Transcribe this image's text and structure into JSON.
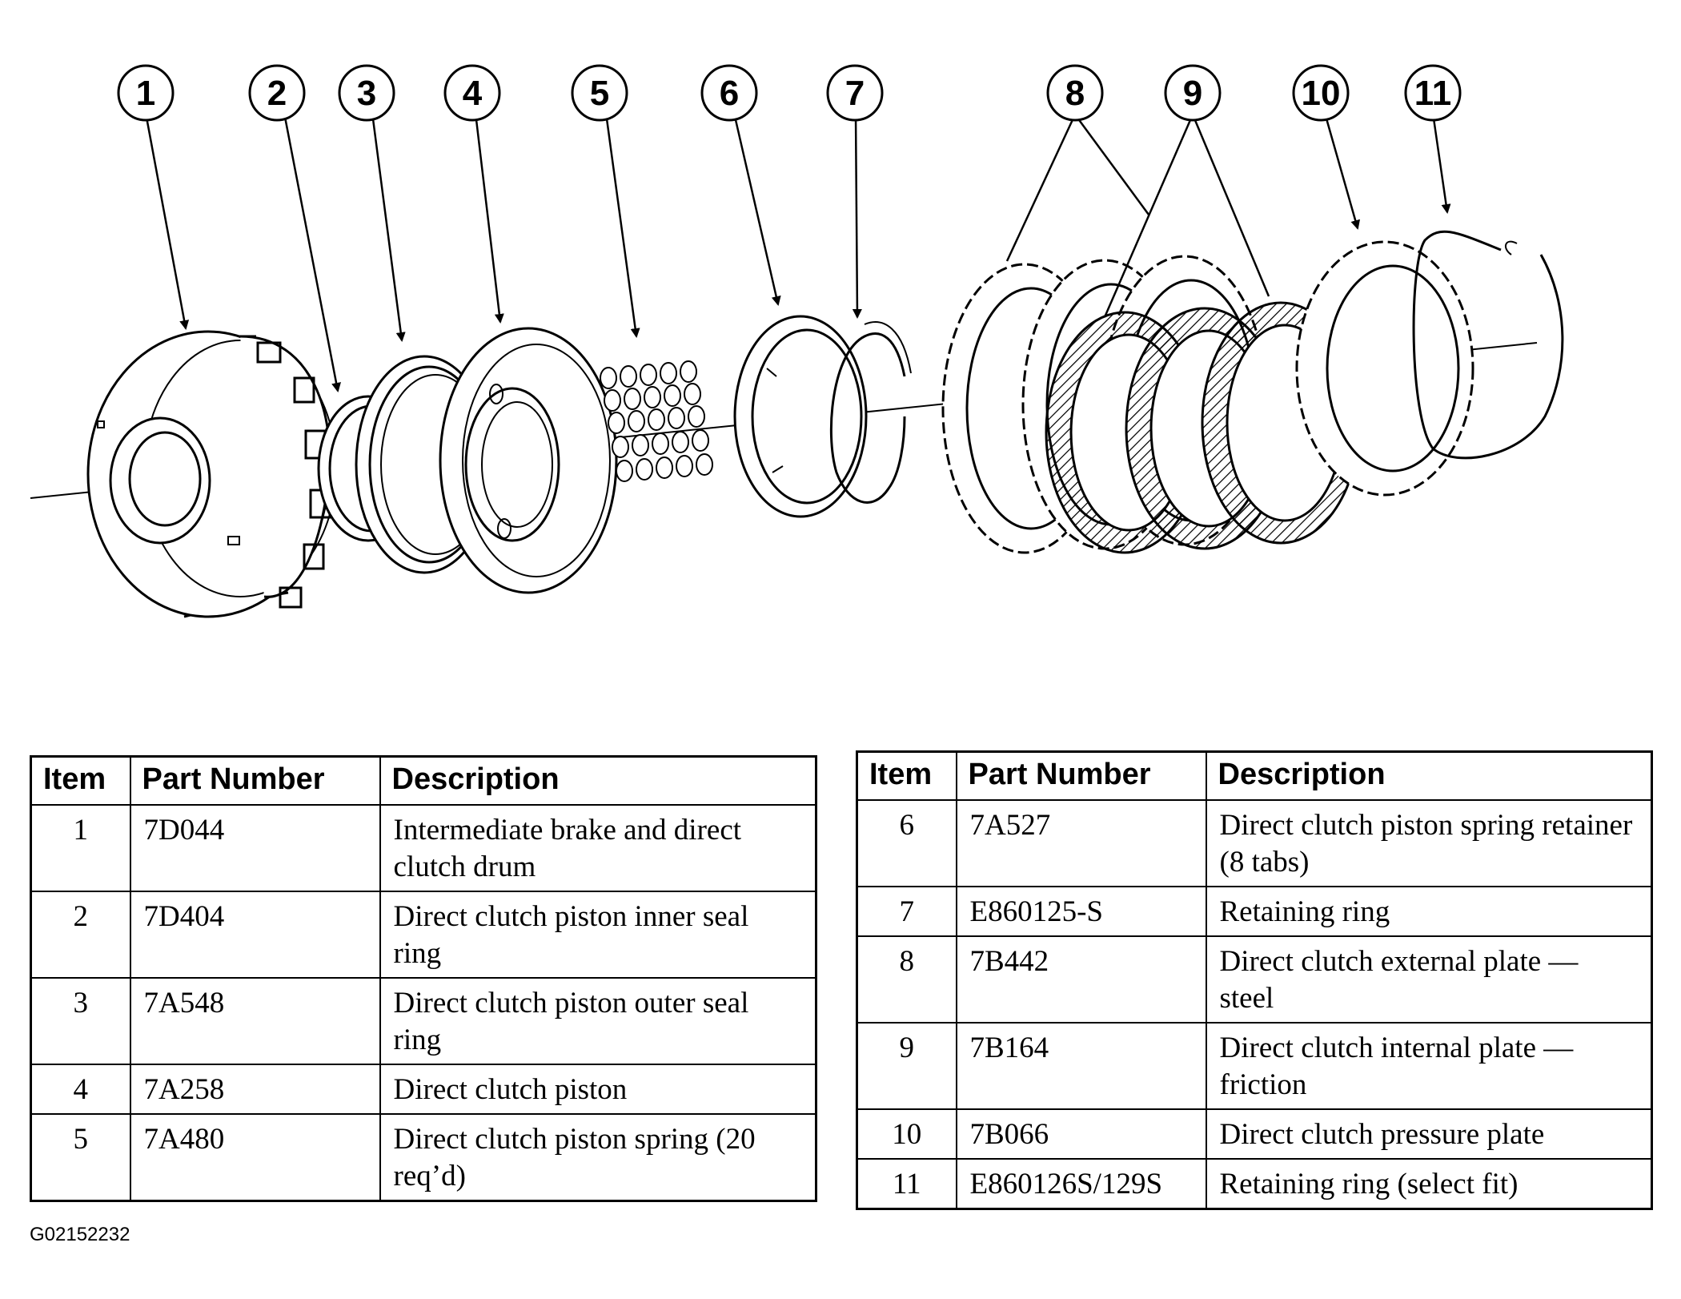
{
  "callouts": [
    "1",
    "2",
    "3",
    "4",
    "5",
    "6",
    "7",
    "8",
    "9",
    "10",
    "11"
  ],
  "tables": {
    "left": {
      "headers": [
        "Item",
        "Part Number",
        "Description"
      ],
      "rows": [
        {
          "item": "1",
          "part": "7D044",
          "desc": "Intermediate brake and direct clutch drum"
        },
        {
          "item": "2",
          "part": "7D404",
          "desc": "Direct clutch piston inner seal ring"
        },
        {
          "item": "3",
          "part": "7A548",
          "desc": "Direct clutch piston outer seal ring"
        },
        {
          "item": "4",
          "part": "7A258",
          "desc": "Direct clutch piston"
        },
        {
          "item": "5",
          "part": "7A480",
          "desc": "Direct clutch piston spring (20 req’d)"
        }
      ]
    },
    "right": {
      "headers": [
        "Item",
        "Part Number",
        "Description"
      ],
      "rows": [
        {
          "item": "6",
          "part": "7A527",
          "desc": "Direct clutch piston spring retainer (8 tabs)"
        },
        {
          "item": "7",
          "part": "E860125-S",
          "desc": "Retaining ring"
        },
        {
          "item": "8",
          "part": "7B442",
          "desc": "Direct clutch external plate — steel"
        },
        {
          "item": "9",
          "part": "7B164",
          "desc": "Direct clutch internal plate — friction"
        },
        {
          "item": "10",
          "part": "7B066",
          "desc": "Direct clutch pressure plate"
        },
        {
          "item": "11",
          "part": "E860126S/129S",
          "desc": "Retaining ring (select fit)"
        }
      ]
    }
  },
  "figure_id": "G02152232"
}
